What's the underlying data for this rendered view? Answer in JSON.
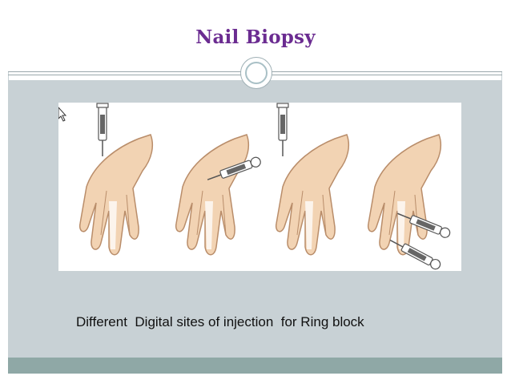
{
  "slide": {
    "title": "Nail Biopsy",
    "caption": "Different  Digital sites of injection  for Ring block"
  },
  "colors": {
    "title": "#6b2c91",
    "content_background": "#c8d1d5",
    "footer_band": "#8fa8a6",
    "skin": "#f2d3b3",
    "skin_outline": "#b98d6a"
  },
  "figure": {
    "panels": [
      {
        "name": "dorsal-injection-needle-vertical"
      },
      {
        "name": "lateral-injection-needle-horizontal"
      },
      {
        "name": "dorsal-injection-needle-vertical-second"
      },
      {
        "name": "two-lateral-injections"
      }
    ]
  },
  "icons": {
    "cursor": "mouse-pointer-icon",
    "ornament": "circle-ornament-icon"
  }
}
